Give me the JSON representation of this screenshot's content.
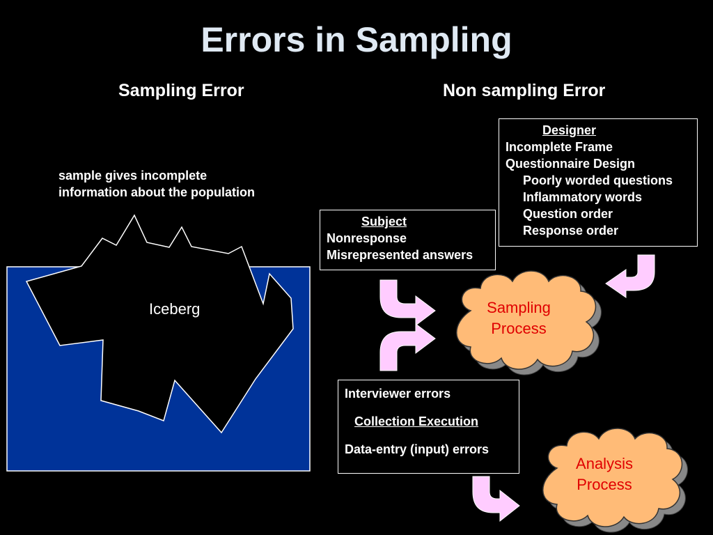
{
  "slide": {
    "title": "Errors in Sampling"
  },
  "left": {
    "heading": "Sampling Error",
    "note_line1": "sample gives incomplete",
    "note_line2": "information about the population",
    "iceberg_label": "Iceberg"
  },
  "right": {
    "heading": "Non sampling Error",
    "designer": {
      "title": "Designer",
      "items": [
        "Incomplete Frame",
        "Questionnaire Design"
      ],
      "sub_items": [
        "Poorly worded questions",
        "Inflammatory words",
        "Question order",
        "Response order"
      ]
    },
    "subject": {
      "title": "Subject",
      "items": [
        "Nonresponse",
        "Misrepresented answers"
      ]
    },
    "collection": {
      "item_top": "Interviewer errors",
      "title": "Collection Execution",
      "item_bottom": "Data-entry (input) errors"
    },
    "sampling_process": {
      "line1": "Sampling",
      "line2": "Process"
    },
    "analysis_process": {
      "line1": "Analysis",
      "line2": "Process"
    }
  },
  "colors": {
    "background": "#000000",
    "title": "#dfe9f3",
    "water": "#003399",
    "cloud_fill": "#ffbb77",
    "cloud_shadow": "#888888",
    "arrow_fill": "#ffccff",
    "process_text": "#e00000"
  }
}
